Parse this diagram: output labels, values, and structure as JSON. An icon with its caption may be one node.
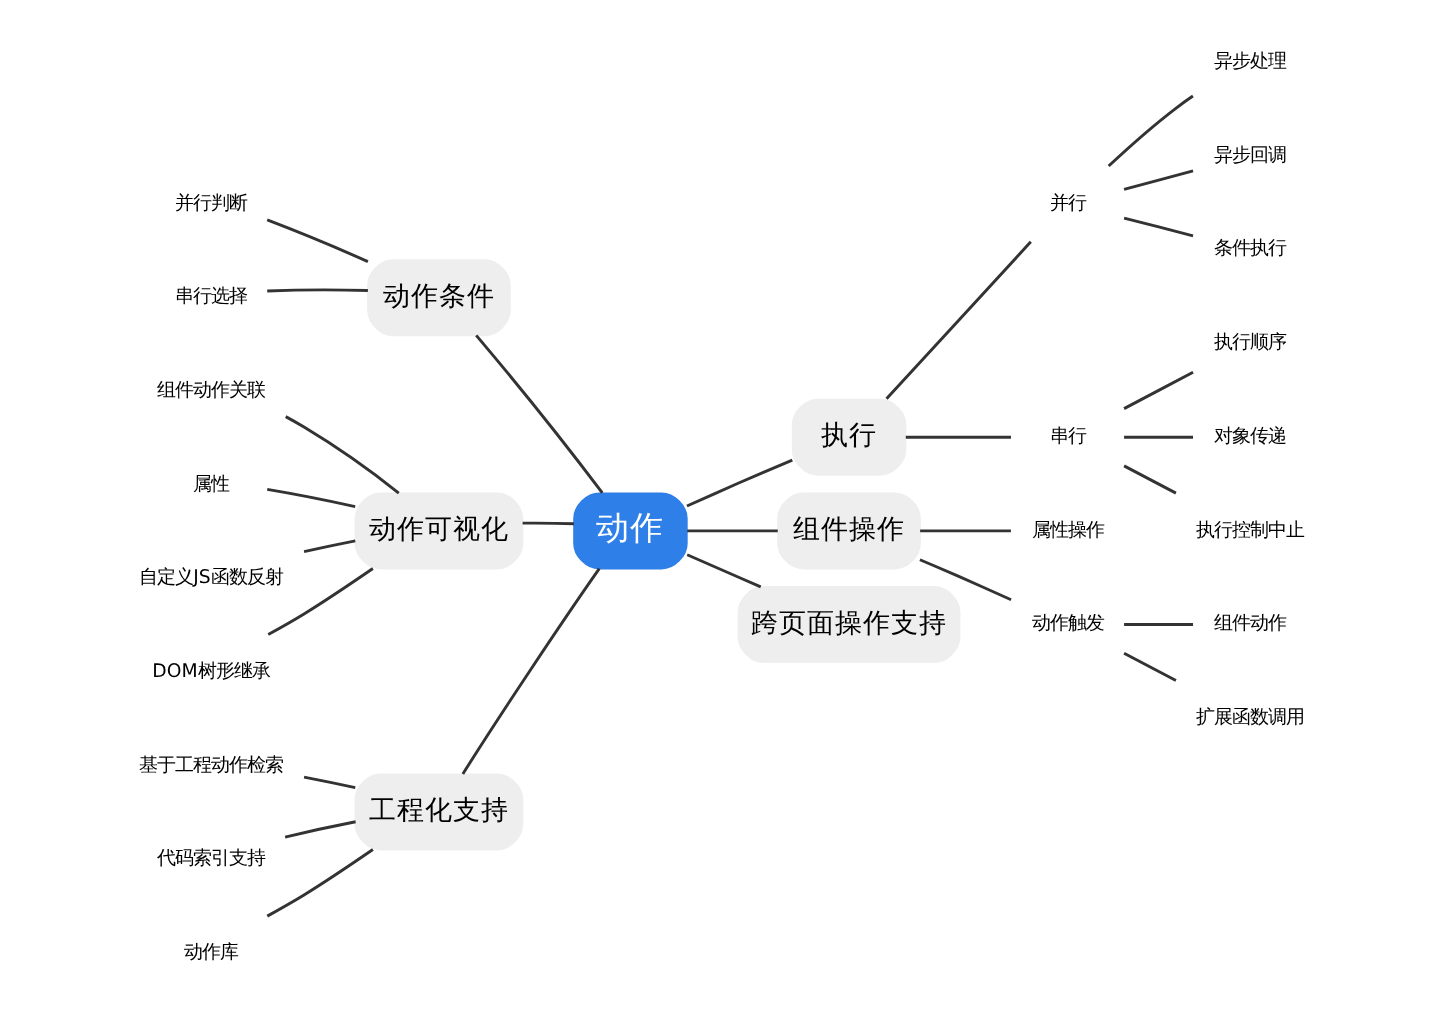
{
  "diagram": {
    "nodes": [
      {
        "text": [
          "动作"
        ]
      },
      {
        "text": [
          "执行"
        ]
      },
      {
        "text": [
          "并行"
        ]
      },
      {
        "text": [
          "异步处理"
        ]
      },
      {
        "text": [
          "异步回调"
        ]
      },
      {
        "text": [
          "条件执行"
        ]
      },
      {
        "text": [
          "串行"
        ]
      },
      {
        "text": [
          "执行顺序"
        ]
      },
      {
        "text": [
          "对象传递"
        ]
      },
      {
        "text": [
          "执行控制中止"
        ]
      },
      {
        "text": [
          "组件操作"
        ]
      },
      {
        "text": [
          "属性操作"
        ]
      },
      {
        "text": [
          "动作触发"
        ]
      },
      {
        "text": [
          "组件动作"
        ]
      },
      {
        "text": [
          "扩展函数调用"
        ]
      },
      {
        "text": [
          "跨页面操作支持"
        ]
      },
      {
        "text": [
          "动作条件"
        ]
      },
      {
        "text": [
          "并行判断"
        ]
      },
      {
        "text": [
          "串行选择"
        ]
      },
      {
        "text": [
          "动作可视化"
        ]
      },
      {
        "text": [
          "组件动作关联"
        ]
      },
      {
        "text": [
          "属性"
        ]
      },
      {
        "text": [
          "自定义JS函数反射"
        ]
      },
      {
        "text": [
          "DOM树形继承"
        ]
      },
      {
        "text": [
          "工程化支持"
        ]
      },
      {
        "text": [
          "基于工程动作检索"
        ]
      },
      {
        "text": [
          "代码索引支持"
        ]
      },
      {
        "text": [
          "动作库"
        ]
      }
    ],
    "edges": [
      {
        "from": 0,
        "to": 1,
        "arrow": "none"
      },
      {
        "from": 1,
        "to": 2,
        "arrow": "none"
      },
      {
        "from": 2,
        "to": 3,
        "arrow": "none"
      },
      {
        "from": 2,
        "to": 4,
        "arrow": "none"
      },
      {
        "from": 2,
        "to": 5,
        "arrow": "none"
      },
      {
        "from": 1,
        "to": 6,
        "arrow": "none"
      },
      {
        "from": 6,
        "to": 7,
        "arrow": "none"
      },
      {
        "from": 6,
        "to": 8,
        "arrow": "none"
      },
      {
        "from": 6,
        "to": 9,
        "arrow": "none"
      },
      {
        "from": 0,
        "to": 10,
        "arrow": "none"
      },
      {
        "from": 10,
        "to": 11,
        "arrow": "none"
      },
      {
        "from": 10,
        "to": 12,
        "arrow": "none"
      },
      {
        "from": 12,
        "to": 13,
        "arrow": "none"
      },
      {
        "from": 12,
        "to": 14,
        "arrow": "none"
      },
      {
        "from": 0,
        "to": 15,
        "arrow": "none"
      },
      {
        "from": 0,
        "to": 16,
        "arrow": "none"
      },
      {
        "from": 16,
        "to": 17,
        "arrow": "none"
      },
      {
        "from": 16,
        "to": 18,
        "arrow": "none"
      },
      {
        "from": 0,
        "to": 19,
        "arrow": "none"
      },
      {
        "from": 19,
        "to": 20,
        "arrow": "none"
      },
      {
        "from": 19,
        "to": 21,
        "arrow": "none"
      },
      {
        "from": 19,
        "to": 22,
        "arrow": "none"
      },
      {
        "from": 19,
        "to": 23,
        "arrow": "none"
      },
      {
        "from": 0,
        "to": 24,
        "arrow": "none"
      },
      {
        "from": 24,
        "to": 25,
        "arrow": "none"
      },
      {
        "from": 24,
        "to": 26,
        "arrow": "none"
      },
      {
        "from": 24,
        "to": 27,
        "arrow": "none"
      }
    ]
  }
}
